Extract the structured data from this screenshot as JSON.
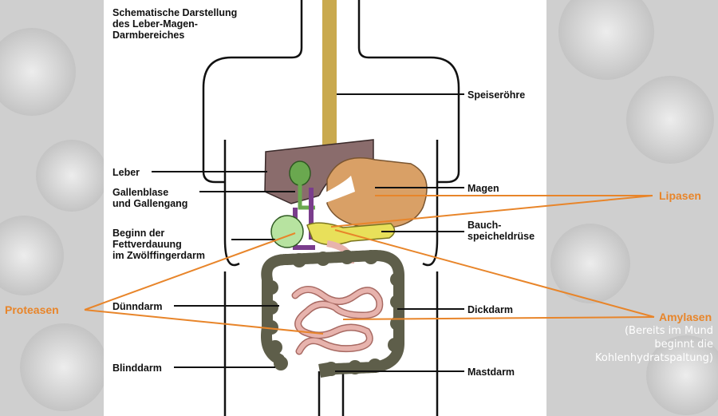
{
  "title": "Schematische Darstellung\ndes Leber-Magen-\nDarmbereiches",
  "organs": {
    "speiseroehre": "Speiseröhre",
    "leber": "Leber",
    "gallenblase": "Gallenblase\nund Gallengang",
    "fettverdauung": "Beginn der\nFettverdauung\nim Zwölffingerdarm",
    "magen": "Magen",
    "bauchspeicheldruese": "Bauch-\nspeicheldrüse",
    "duenndarm": "Dünndarm",
    "dickdarm": "Dickdarm",
    "blinddarm": "Blinddarm",
    "mastdarm": "Mastdarm"
  },
  "enzymes": {
    "lipasen": "Lipasen",
    "proteasen": "Proteasen",
    "amylasen": "Amylasen",
    "amylasen_note": "(Bereits im Mund\nbeginnt die\nKohlenhydratspaltung)"
  },
  "colors": {
    "accent": "#e8852a",
    "liver": "#8a6c6c",
    "gallbladder": "#6aa84f",
    "stomach": "#d9a066",
    "pancreas": "#e8e05a",
    "duodenum": "#7a3d8c",
    "small_intestine": "#e7b3ad",
    "large_intestine": "#5e5e4a",
    "esophagus": "#c9a94e"
  }
}
